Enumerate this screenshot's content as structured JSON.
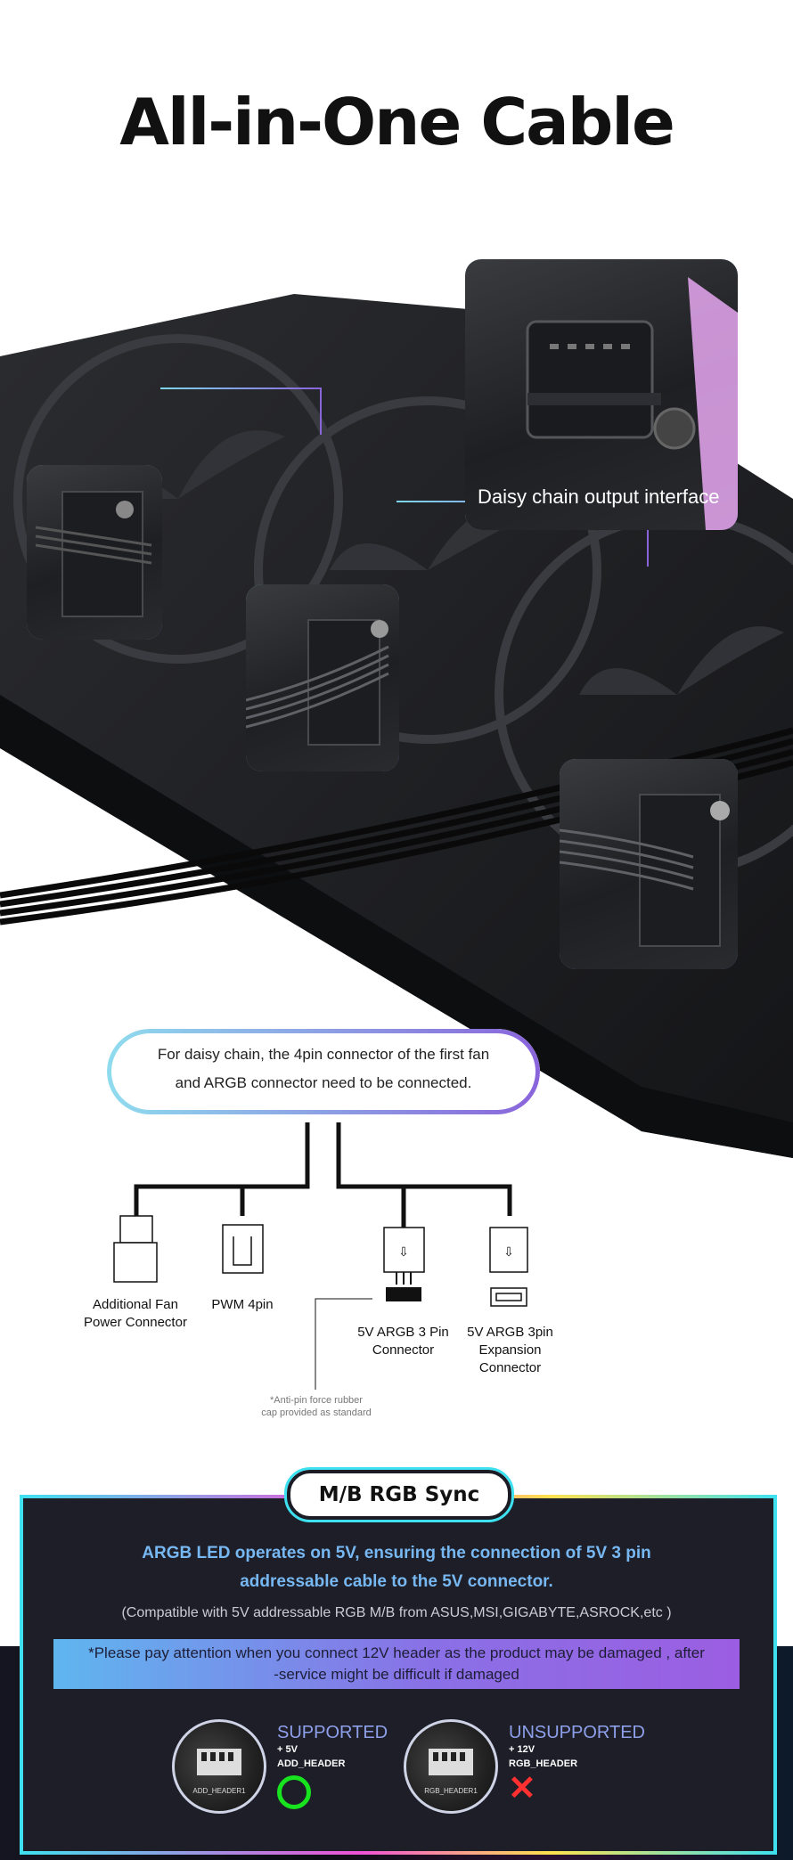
{
  "title": "All-in-One Cable",
  "zoom": {
    "daisy_caption": "Daisy chain output interface"
  },
  "callout": {
    "line1": "For daisy chain, the 4pin connector of the first fan",
    "line2": "and ARGB connector need to be connected."
  },
  "connectors": [
    {
      "name": "additional-fan-power-connector",
      "label": "Additional Fan\nPower Connector"
    },
    {
      "name": "pwm-4pin",
      "label": "PWM 4pin"
    },
    {
      "name": "argb-3pin-connector",
      "label": "5V ARGB 3 Pin\nConnector"
    },
    {
      "name": "argb-3pin-expansion-connector",
      "label": "5V ARGB 3pin\nExpansion\nConnector"
    }
  ],
  "note": "*Anti-pin force rubber\ncap provided as standard",
  "sync": {
    "badge": "M/B RGB Sync",
    "head_line1": "ARGB LED operates on 5V, ensuring  the connection of 5V 3 pin",
    "head_line2": "addressable cable to the 5V connector.",
    "compat": "(Compatible with 5V addressable RGB M/B  from ASUS,MSI,GIGABYTE,ASROCK,etc )",
    "warning_line1": "*Please pay attention when you connect 12V header as the product may be damaged , after",
    "warning_line2": "-service might be difficult if damaged",
    "supported": {
      "title": "SUPPORTED",
      "voltage": "+ 5V",
      "header": "ADD_HEADER",
      "pcb_text": "ADD_HEADER1"
    },
    "unsupported": {
      "title": "UNSUPPORTED",
      "voltage": "+ 12V",
      "header": "RGB_HEADER",
      "pcb_text": "RGB_HEADER1"
    }
  },
  "colors": {
    "accent_cyan": "#7fd6ef",
    "accent_purple": "#8a64db",
    "panel_bg": "#1d1e28",
    "ok_green": "#17e31e",
    "no_red": "#ff3030"
  }
}
